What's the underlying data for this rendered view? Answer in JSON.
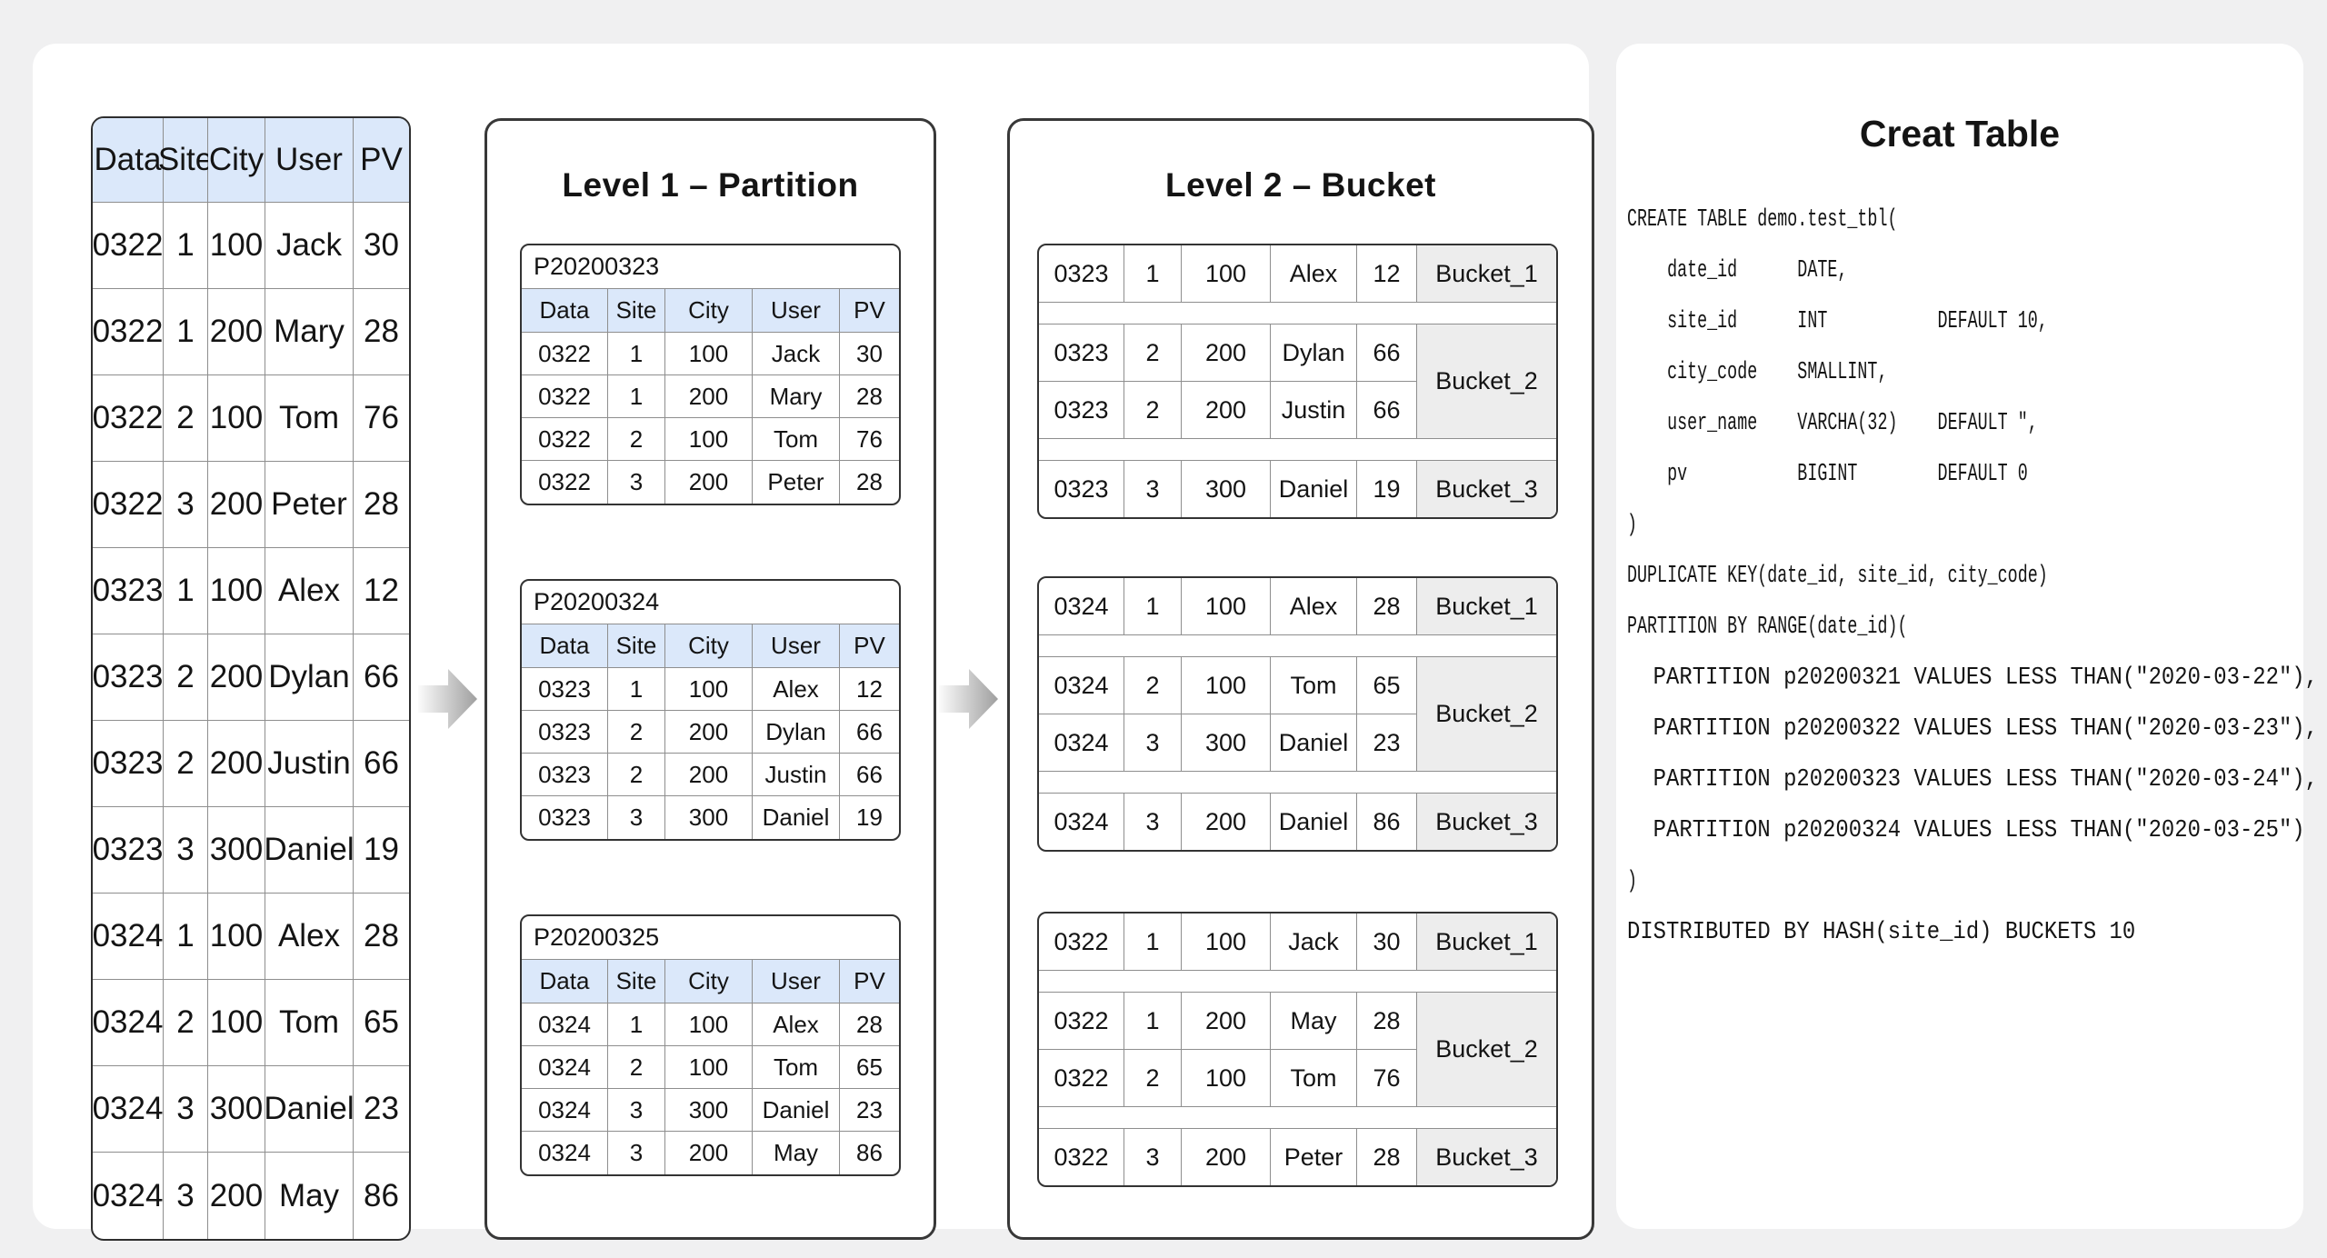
{
  "colors": {
    "background": "#f0f0f1",
    "card": "#ffffff",
    "table_header_blue": "#dbe8fa",
    "bucket_gray": "#ededed",
    "grid_line": "#8e8e8e",
    "outer_border": "#2e2e2e"
  },
  "source_table": {
    "headers": [
      "Data",
      "Site",
      "City",
      "User",
      "PV"
    ],
    "rows": [
      [
        "0322",
        "1",
        "100",
        "Jack",
        "30"
      ],
      [
        "0322",
        "1",
        "200",
        "Mary",
        "28"
      ],
      [
        "0322",
        "2",
        "100",
        "Tom",
        "76"
      ],
      [
        "0322",
        "3",
        "200",
        "Peter",
        "28"
      ],
      [
        "0323",
        "1",
        "100",
        "Alex",
        "12"
      ],
      [
        "0323",
        "2",
        "200",
        "Dylan",
        "66"
      ],
      [
        "0323",
        "2",
        "200",
        "Justin",
        "66"
      ],
      [
        "0323",
        "3",
        "300",
        "Daniel",
        "19"
      ],
      [
        "0324",
        "1",
        "100",
        "Alex",
        "28"
      ],
      [
        "0324",
        "2",
        "100",
        "Tom",
        "65"
      ],
      [
        "0324",
        "3",
        "300",
        "Daniel",
        "23"
      ],
      [
        "0324",
        "3",
        "200",
        "May",
        "86"
      ]
    ]
  },
  "arrow_icon": "right-arrow",
  "level1": {
    "title": "Level 1 – Partition",
    "partitions": [
      {
        "name": "P20200323",
        "headers": [
          "Data",
          "Site",
          "City",
          "User",
          "PV"
        ],
        "rows": [
          [
            "0322",
            "1",
            "100",
            "Jack",
            "30"
          ],
          [
            "0322",
            "1",
            "200",
            "Mary",
            "28"
          ],
          [
            "0322",
            "2",
            "100",
            "Tom",
            "76"
          ],
          [
            "0322",
            "3",
            "200",
            "Peter",
            "28"
          ]
        ]
      },
      {
        "name": "P20200324",
        "headers": [
          "Data",
          "Site",
          "City",
          "User",
          "PV"
        ],
        "rows": [
          [
            "0323",
            "1",
            "100",
            "Alex",
            "12"
          ],
          [
            "0323",
            "2",
            "200",
            "Dylan",
            "66"
          ],
          [
            "0323",
            "2",
            "200",
            "Justin",
            "66"
          ],
          [
            "0323",
            "3",
            "300",
            "Daniel",
            "19"
          ]
        ]
      },
      {
        "name": "P20200325",
        "headers": [
          "Data",
          "Site",
          "City",
          "User",
          "PV"
        ],
        "rows": [
          [
            "0324",
            "1",
            "100",
            "Alex",
            "28"
          ],
          [
            "0324",
            "2",
            "100",
            "Tom",
            "65"
          ],
          [
            "0324",
            "3",
            "300",
            "Daniel",
            "23"
          ],
          [
            "0324",
            "3",
            "200",
            "May",
            "86"
          ]
        ]
      }
    ]
  },
  "level2": {
    "title": "Level 2 – Bucket",
    "groups": [
      {
        "blocks": [
          {
            "rows": [
              [
                "0323",
                "1",
                "100",
                "Alex",
                "12"
              ]
            ],
            "bucket": "Bucket_1"
          },
          {
            "rows": [
              [
                "0323",
                "2",
                "200",
                "Dylan",
                "66"
              ],
              [
                "0323",
                "2",
                "200",
                "Justin",
                "66"
              ]
            ],
            "bucket": "Bucket_2"
          },
          {
            "rows": [
              [
                "0323",
                "3",
                "300",
                "Daniel",
                "19"
              ]
            ],
            "bucket": "Bucket_3"
          }
        ]
      },
      {
        "blocks": [
          {
            "rows": [
              [
                "0324",
                "1",
                "100",
                "Alex",
                "28"
              ]
            ],
            "bucket": "Bucket_1"
          },
          {
            "rows": [
              [
                "0324",
                "2",
                "100",
                "Tom",
                "65"
              ],
              [
                "0324",
                "3",
                "300",
                "Daniel",
                "23"
              ]
            ],
            "bucket": "Bucket_2"
          },
          {
            "rows": [
              [
                "0324",
                "3",
                "200",
                "Daniel",
                "86"
              ]
            ],
            "bucket": "Bucket_3"
          }
        ]
      },
      {
        "blocks": [
          {
            "rows": [
              [
                "0322",
                "1",
                "100",
                "Jack",
                "30"
              ]
            ],
            "bucket": "Bucket_1"
          },
          {
            "rows": [
              [
                "0322",
                "1",
                "200",
                "May",
                "28"
              ],
              [
                "0322",
                "2",
                "100",
                "Tom",
                "76"
              ]
            ],
            "bucket": "Bucket_2"
          },
          {
            "rows": [
              [
                "0322",
                "3",
                "200",
                "Peter",
                "28"
              ]
            ],
            "bucket": "Bucket_3"
          }
        ]
      }
    ]
  },
  "create_table": {
    "title": "Creat Table",
    "lines": [
      {
        "text": "CREATE TABLE demo.test_tbl(",
        "style": "n"
      },
      {
        "text": "    date_id      DATE,",
        "style": "n"
      },
      {
        "text": "    site_id      INT           DEFAULT 10,",
        "style": "n"
      },
      {
        "text": "    city_code    SMALLINT,",
        "style": "n"
      },
      {
        "text": "    user_name    VARCHA(32)    DEFAULT \",",
        "style": "n"
      },
      {
        "text": "    pv           BIGINT        DEFAULT 0",
        "style": "n"
      },
      {
        "text": ")",
        "style": "n"
      },
      {
        "text": "DUPLICATE KEY(date_id, site_id, city_code)",
        "style": "n"
      },
      {
        "text": "PARTITION BY RANGE(date_id)(",
        "style": "n"
      },
      {
        "text": "  PARTITION p20200321 VALUES LESS THAN(\"2020-03-22\"),",
        "style": "w"
      },
      {
        "text": "  PARTITION p20200322 VALUES LESS THAN(\"2020-03-23\"),",
        "style": "w"
      },
      {
        "text": "  PARTITION p20200323 VALUES LESS THAN(\"2020-03-24\"),",
        "style": "w"
      },
      {
        "text": "  PARTITION p20200324 VALUES LESS THAN(\"2020-03-25\")",
        "style": "w"
      },
      {
        "text": ")",
        "style": "n"
      },
      {
        "text": "DISTRIBUTED BY HASH(site_id) BUCKETS 10",
        "style": "w"
      }
    ]
  }
}
